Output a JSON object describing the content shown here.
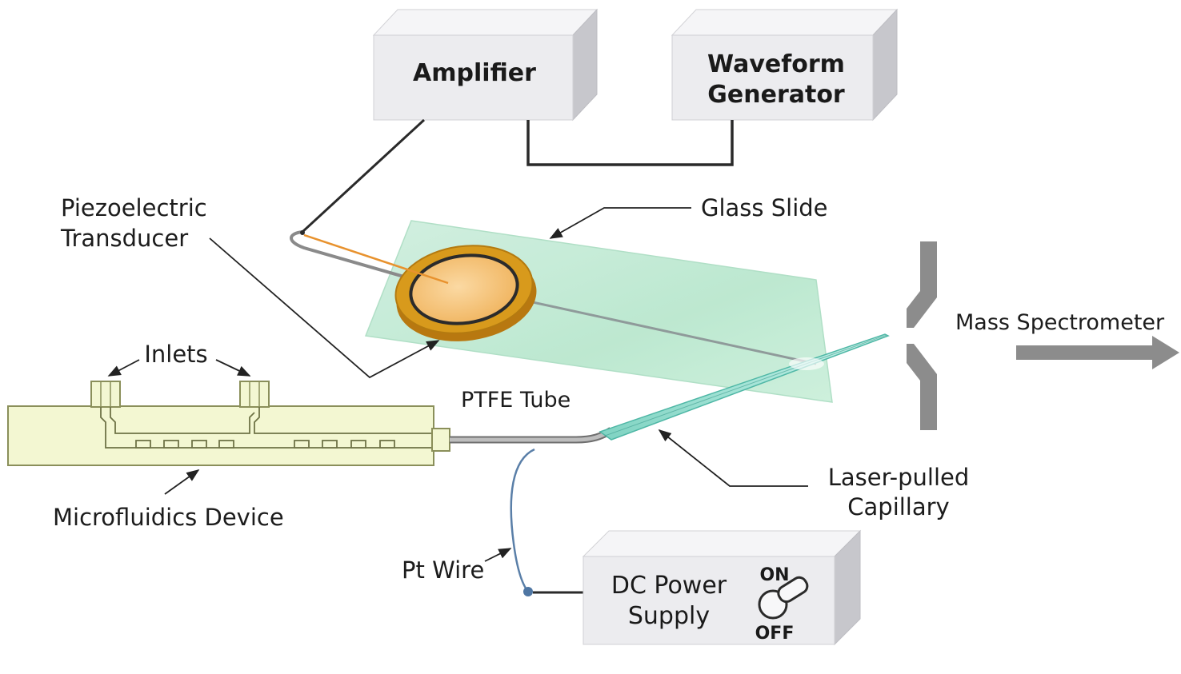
{
  "instruments": {
    "amplifier": "Amplifier",
    "waveform_generator_line1": "Waveform",
    "waveform_generator_line2": "Generator",
    "dc_power_supply_line1": "DC Power",
    "dc_power_supply_line2": "Supply",
    "switch_on": "ON",
    "switch_off": "OFF"
  },
  "labels": {
    "piezo_line1": "Piezoelectric",
    "piezo_line2": "Transducer",
    "glass_slide": "Glass Slide",
    "mass_spectrometer": "Mass Spectrometer",
    "inlets": "Inlets",
    "ptfe_tube": "PTFE Tube",
    "microfluidics_device": "Microfluidics Device",
    "capillary_line1": "Laser-pulled",
    "capillary_line2": "Capillary",
    "pt_wire": "Pt Wire"
  },
  "colors": {
    "box_front": "#ececef",
    "box_top": "#f6f6f8",
    "box_side": "#c9c9ce",
    "glass_slide": "#bfe9d3",
    "piezo_ring": "#d89a1c",
    "piezo_center": "#f6c47a",
    "chip": "#f3f7d2",
    "chip_stroke": "#8a8f5a",
    "pt_wire": "#5a7fa8",
    "ms_plate": "#8c8c8c",
    "wire": "#2a2a2a",
    "orange_wire": "#e8922e"
  }
}
